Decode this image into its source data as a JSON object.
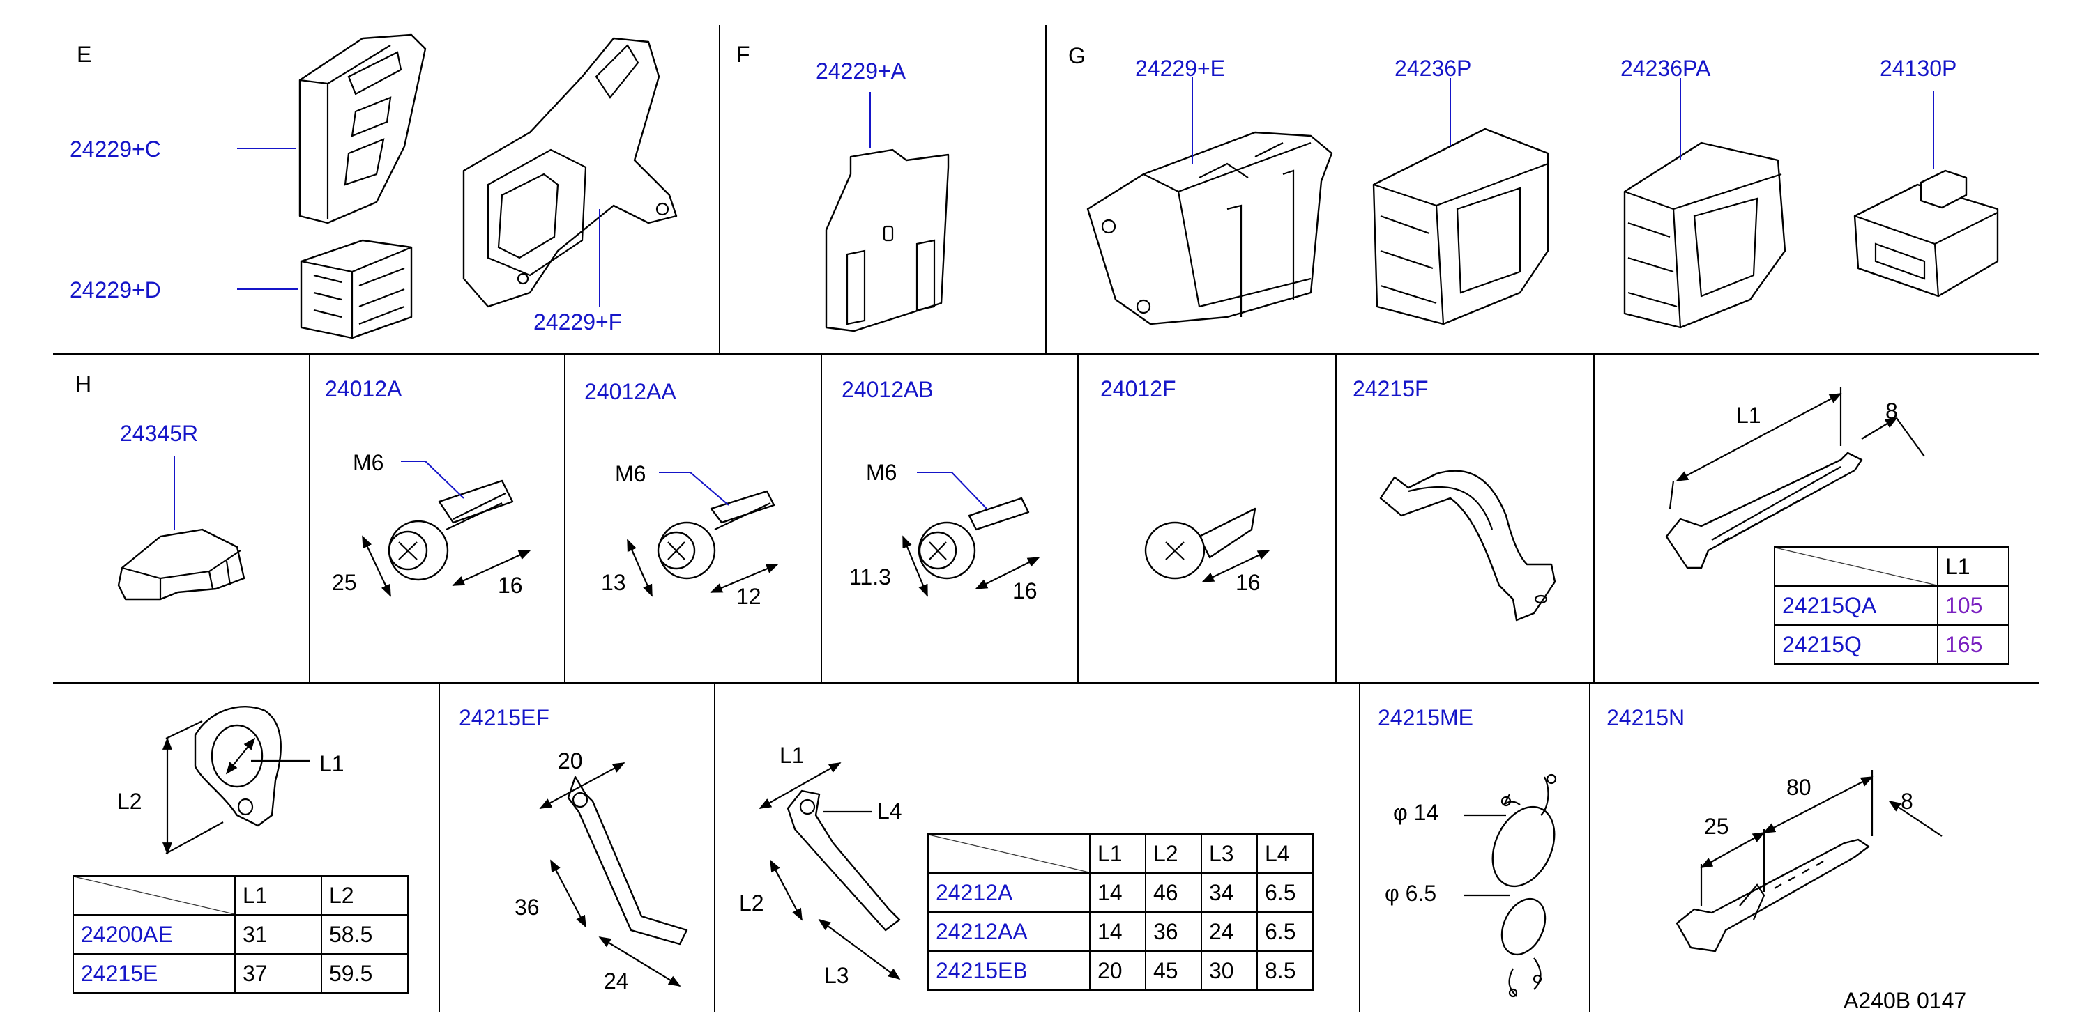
{
  "sections": {
    "E": {
      "letter": "E",
      "parts": [
        "24229+C",
        "24229+D",
        "24229+F"
      ]
    },
    "F": {
      "letter": "F",
      "parts": [
        "24229+A"
      ]
    },
    "G": {
      "letter": "G",
      "parts": [
        "24229+E",
        "24236P",
        "24236PA",
        "24130P"
      ]
    },
    "H": {
      "letter": "H",
      "parts": [
        "24345R"
      ]
    },
    "bolt_24012A": {
      "part": "24012A",
      "thread": "M6",
      "dim_a": "25",
      "dim_b": "16"
    },
    "bolt_24012AA": {
      "part": "24012AA",
      "thread": "M6",
      "dim_a": "13",
      "dim_b": "12"
    },
    "bolt_24012AB": {
      "part": "24012AB",
      "thread": "M6",
      "dim_a": "11.3",
      "dim_b": "16"
    },
    "screw_24012F": {
      "part": "24012F",
      "dim_b": "16"
    },
    "clip_24215F": {
      "part": "24215F"
    },
    "tie_24215Q": {
      "dim_l1": "L1",
      "dim_width": "8",
      "table": {
        "header": [
          "",
          "L1"
        ],
        "rows": [
          {
            "part": "24215QA",
            "l1": "105"
          },
          {
            "part": "24215Q",
            "l1": "165"
          }
        ]
      }
    },
    "clamp_24200AE": {
      "dim_l1": "L1",
      "dim_l2": "L2",
      "table": {
        "header": [
          "",
          "L1",
          "L2"
        ],
        "rows": [
          {
            "part": "24200AE",
            "l1": "31",
            "l2": "58.5"
          },
          {
            "part": "24215E",
            "l1": "37",
            "l2": "59.5"
          }
        ]
      }
    },
    "bracket_24215EF": {
      "part": "24215EF",
      "dim_width": "20",
      "dim_a": "36",
      "dim_b": "24"
    },
    "bracket_24212A": {
      "dim_l1": "L1",
      "dim_l2": "L2",
      "dim_l3": "L3",
      "dim_l4": "L4",
      "table": {
        "header": [
          "",
          "L1",
          "L2",
          "L3",
          "L4"
        ],
        "rows": [
          {
            "part": "24212A",
            "l1": "14",
            "l2": "46",
            "l3": "34",
            "l4": "6.5"
          },
          {
            "part": "24212AA",
            "l1": "14",
            "l2": "36",
            "l3": "24",
            "l4": "6.5"
          },
          {
            "part": "24215EB",
            "l1": "20",
            "l2": "45",
            "l3": "30",
            "l4": "8.5"
          }
        ]
      }
    },
    "clip_24215ME": {
      "part": "24215ME",
      "dia_big": "φ  14",
      "dia_small": "φ  6.5"
    },
    "tie_24215N": {
      "part": "24215N",
      "dim_a": "25",
      "dim_b": "80",
      "dim_width": "8"
    }
  },
  "diagram_code": "A240B  0147",
  "colors": {
    "part_number": "#1515c8",
    "table_value_highlight": "#7a1fc0",
    "line": "#000000"
  }
}
